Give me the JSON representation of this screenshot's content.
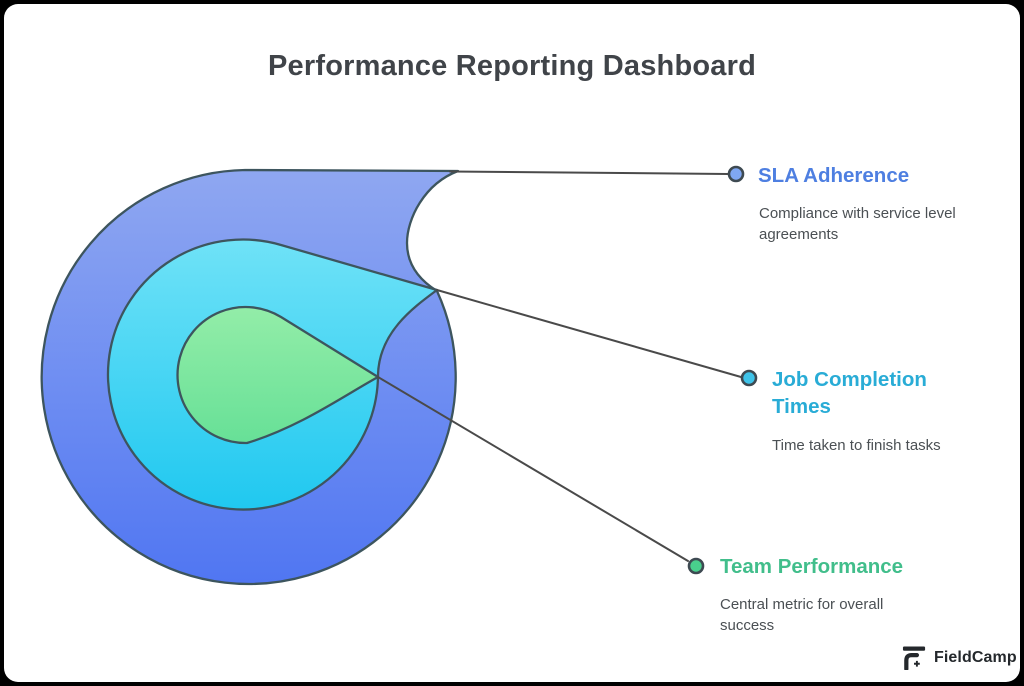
{
  "title": "Performance Reporting Dashboard",
  "diagram": {
    "type": "onion",
    "layers": [
      {
        "label": "SLA Adherence",
        "description": "Compliance with service level agreements",
        "label_color": "#4E7FE1",
        "dot_color": "#7FA7F3",
        "fill_top": "#8FA7F1",
        "fill_bottom": "#5076F2"
      },
      {
        "label": "Job Completion Times",
        "description": "Time taken to finish tasks",
        "label_color": "#29ACD6",
        "dot_color": "#3EC3E9",
        "fill_top": "#6FE2F7",
        "fill_bottom": "#20C8F0"
      },
      {
        "label": "Team Performance",
        "description": "Central metric for overall success",
        "label_color": "#41BE8B",
        "dot_color": "#49CF8D",
        "fill_top": "#93EDA8",
        "fill_bottom": "#67E097"
      }
    ],
    "outline_color": "#3D555E",
    "callout_line_color": "#4A4A4A"
  },
  "brand": {
    "name": "FieldCamp"
  }
}
